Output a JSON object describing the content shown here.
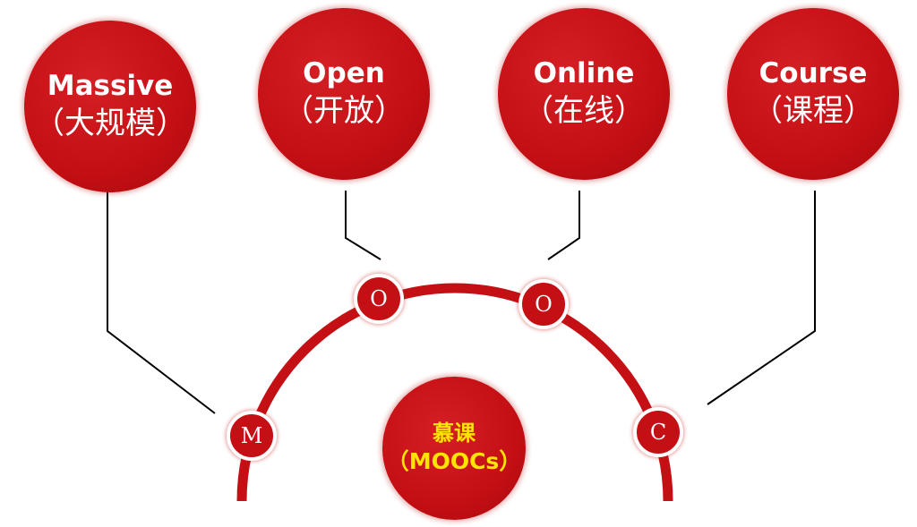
{
  "colors": {
    "primary_red": "#c40f14",
    "accent_yellow": "#ffe400",
    "line_black": "#000000",
    "background": "#ffffff"
  },
  "words": [
    {
      "en": "Massive",
      "zh": "（大规模）",
      "letter": "M"
    },
    {
      "en": "Open",
      "zh": "（开放）",
      "letter": "O"
    },
    {
      "en": "Online",
      "zh": "（在线）",
      "letter": "O"
    },
    {
      "en": "Course",
      "zh": "（课程）",
      "letter": "C"
    }
  ],
  "center": {
    "title": "慕课",
    "subtitle": "（MOOCs）"
  }
}
